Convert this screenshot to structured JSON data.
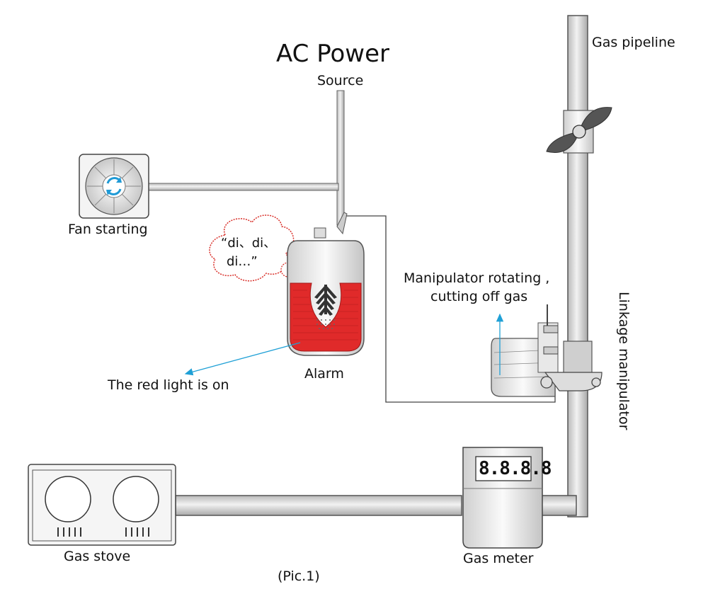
{
  "title": "AC Power",
  "labels": {
    "source": "Source",
    "fan": "Fan starting",
    "gas_pipeline": "Gas pipeline",
    "manipulator_line1": "Manipulator rotating ,",
    "manipulator_line2": "cutting off gas",
    "linkage": "Linkage manipulator",
    "alarm": "Alarm",
    "red_light": "The red light is on",
    "gas_stove": "Gas stove",
    "gas_meter": "Gas meter",
    "caption": "(Pic.1)"
  },
  "speech": {
    "line1": "“di、di、",
    "line2": "di…”"
  },
  "meter_display": "8.8.8.8",
  "colors": {
    "pipe_fill": "#d8d8d8",
    "pipe_stroke": "#555555",
    "alarm_red": "#e02a2a",
    "cloud_stroke": "#d9312b",
    "arrow_blue": "#1fa0d6",
    "fan_icon_blue": "#1f9ad6"
  }
}
